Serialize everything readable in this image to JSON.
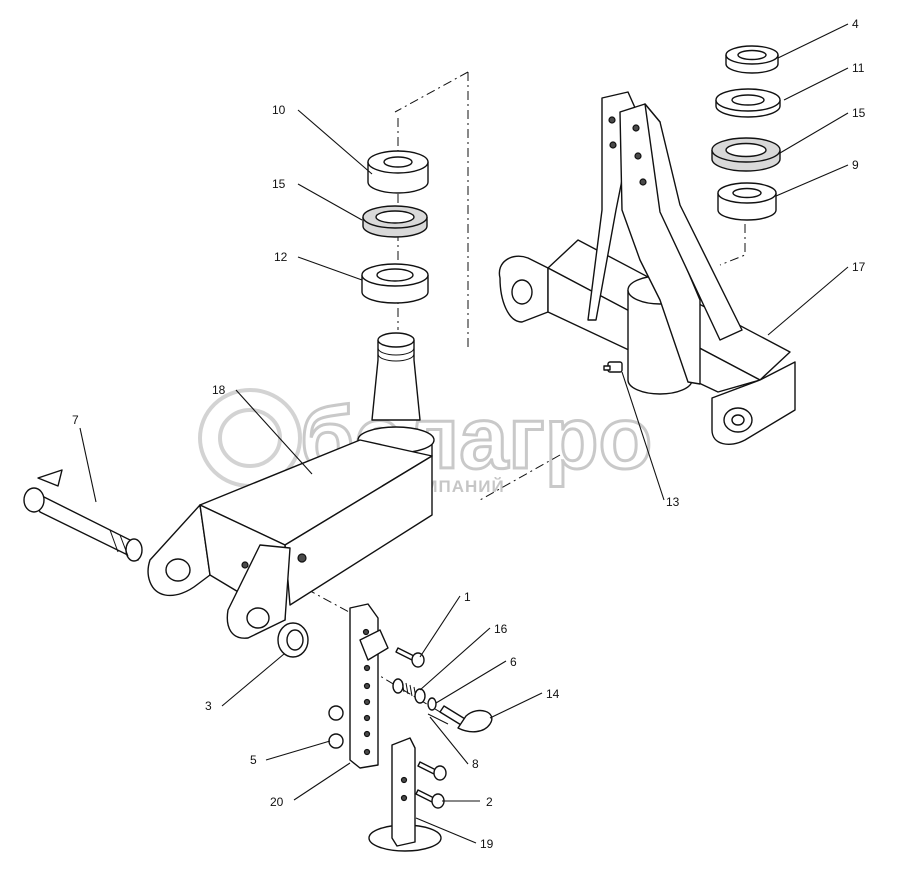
{
  "watermark": {
    "brand": "белагро",
    "tagline": "ГРУППА КОМПАНИЙ"
  },
  "callouts": [
    {
      "id": "c4",
      "label": "4"
    },
    {
      "id": "c11",
      "label": "11"
    },
    {
      "id": "c15a",
      "label": "15"
    },
    {
      "id": "c9",
      "label": "9"
    },
    {
      "id": "c17",
      "label": "17"
    },
    {
      "id": "c10",
      "label": "10"
    },
    {
      "id": "c15b",
      "label": "15"
    },
    {
      "id": "c12",
      "label": "12"
    },
    {
      "id": "c18",
      "label": "18"
    },
    {
      "id": "c7",
      "label": "7"
    },
    {
      "id": "c13",
      "label": "13"
    },
    {
      "id": "c1",
      "label": "1"
    },
    {
      "id": "c16",
      "label": "16"
    },
    {
      "id": "c6",
      "label": "6"
    },
    {
      "id": "c14",
      "label": "14"
    },
    {
      "id": "c8",
      "label": "8"
    },
    {
      "id": "c3",
      "label": "3"
    },
    {
      "id": "c5",
      "label": "5"
    },
    {
      "id": "c20",
      "label": "20"
    },
    {
      "id": "c2",
      "label": "2"
    },
    {
      "id": "c19",
      "label": "19"
    }
  ]
}
